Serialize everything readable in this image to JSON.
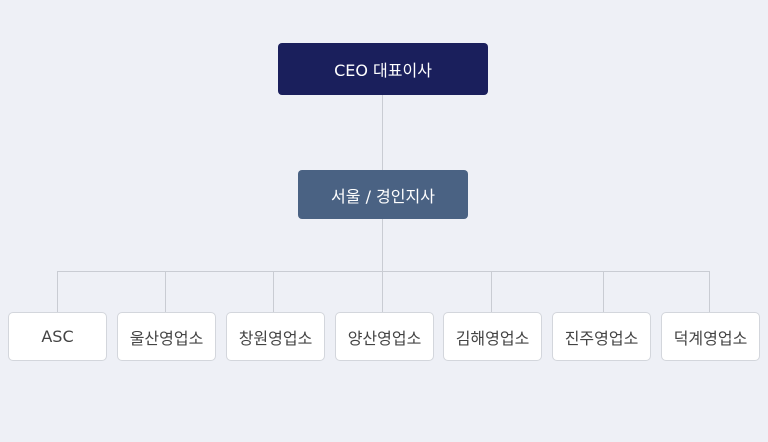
{
  "org_chart": {
    "ceo": "CEO 대표이사",
    "branch": "서울 / 경인지사",
    "offices": [
      "ASC",
      "울산영업소",
      "창원영업소",
      "양산영업소",
      "김해영업소",
      "진주영업소",
      "덕계영업소"
    ]
  },
  "colors": {
    "background": "#eef0f6",
    "ceo_box": "#1a1f5c",
    "branch_box": "#4a6283",
    "office_box": "#ffffff",
    "connector": "#c9ccd3"
  }
}
